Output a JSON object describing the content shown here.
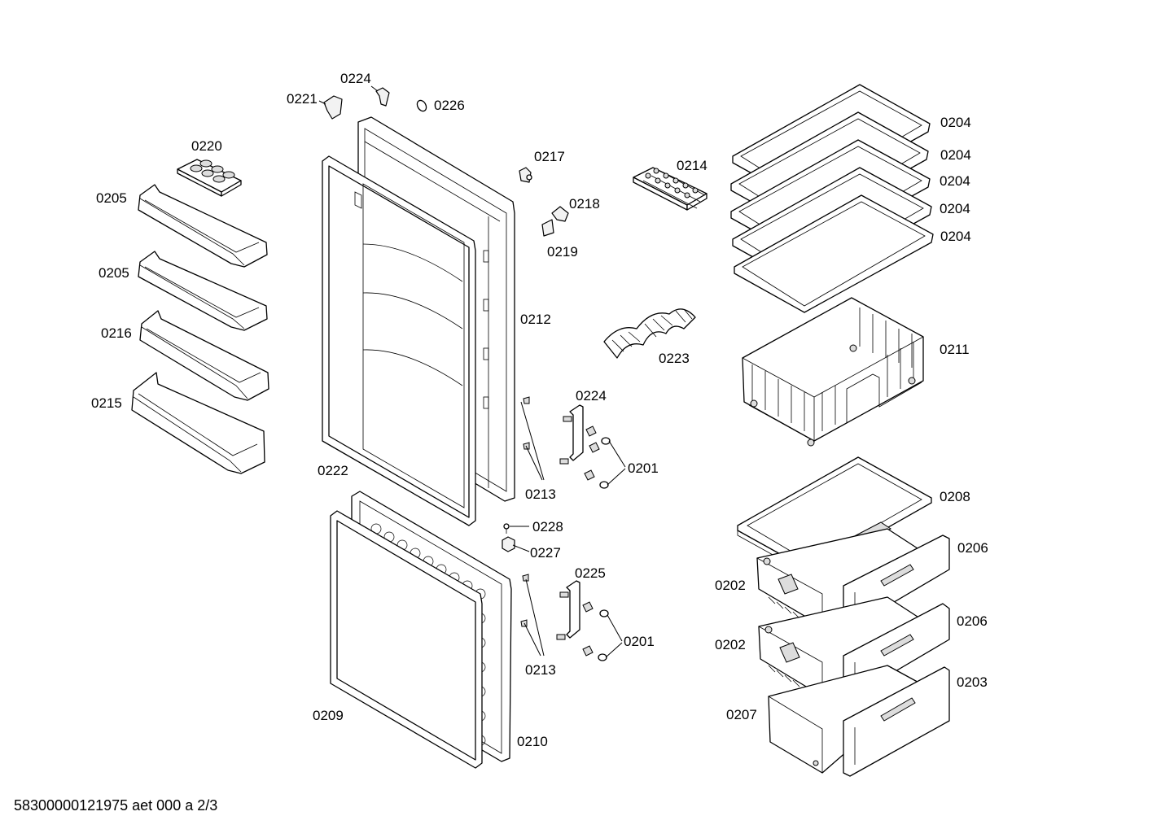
{
  "labels": {
    "p0221": "0221",
    "p0224_top": "0224",
    "p0226": "0226",
    "p0220": "0220",
    "p0205_a": "0205",
    "p0205_b": "0205",
    "p0216": "0216",
    "p0215": "0215",
    "p0222": "0222",
    "p0212": "0212",
    "p0217": "0217",
    "p0218": "0218",
    "p0219": "0219",
    "p0214": "0214",
    "p0223": "0223",
    "p0224_mid": "0224",
    "p0201_a": "0201",
    "p0213_a": "0213",
    "p0228": "0228",
    "p0227": "0227",
    "p0225": "0225",
    "p0201_b": "0201",
    "p0213_b": "0213",
    "p0209": "0209",
    "p0210": "0210",
    "p0204_a": "0204",
    "p0204_b": "0204",
    "p0204_c": "0204",
    "p0204_d": "0204",
    "p0204_e": "0204",
    "p0211": "0211",
    "p0208": "0208",
    "p0206_a": "0206",
    "p0202_a": "0202",
    "p0206_b": "0206",
    "p0202_b": "0202",
    "p0203": "0203",
    "p0207": "0207"
  },
  "footer": "58300000121975 aet 000 a 2/3"
}
